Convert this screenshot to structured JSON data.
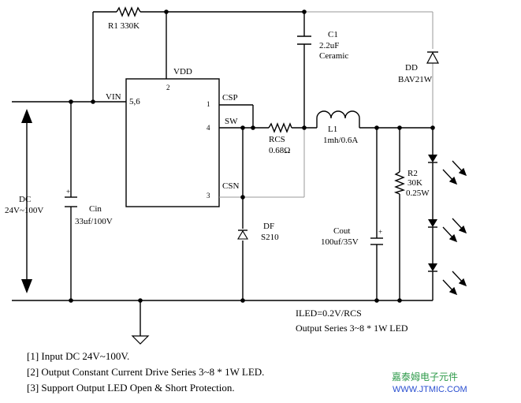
{
  "components": {
    "r1": "R1 330K",
    "vdd": "VDD",
    "pin2": "2",
    "vin": "VIN",
    "pin56": "5,6",
    "pin1": "1",
    "csp": "CSP",
    "pin4": "4",
    "sw": "SW",
    "pin3": "3",
    "csn": "CSN",
    "c1_name": "C1",
    "c1_value": "2.2uF",
    "c1_type": "Ceramic",
    "dd_name": "DD",
    "dd_part": "BAV21W",
    "rcs_name": "RCS",
    "rcs_value": "0.68Ω",
    "l1_name": "L1",
    "l1_value": "1mh/0.6A",
    "r2_name": "R2",
    "r2_value": "30K",
    "r2_power": "0.25W",
    "dc_name": "DC",
    "dc_range": "24V~100V",
    "cin_name": "Cin",
    "cin_value": "33uf/100V",
    "df_name": "DF",
    "df_part": "S210",
    "cout_name": "Cout",
    "cout_value": "100uf/35V",
    "iled": "ILED=0.2V/RCS",
    "output_series": "Output Series 3~8 * 1W LED"
  },
  "notes": [
    "[1] Input DC 24V~100V.",
    "[2] Output Constant Current Drive Series 3~8 * 1W LED.",
    "[3] Support Output LED Open & Short Protection."
  ],
  "watermark": {
    "cn": "嘉泰姆电子元件",
    "url": "WWW.JTMIC.COM",
    "cn_color": "#2e9a4a",
    "url_color": "#2a4fd0"
  }
}
